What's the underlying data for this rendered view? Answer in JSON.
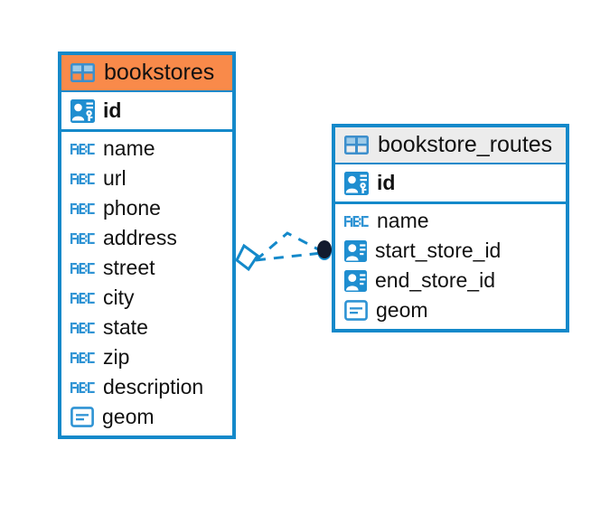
{
  "diagram": {
    "type": "entity-relationship-diagram",
    "background": "#ffffff",
    "accent_color": "#1489ca",
    "header_accent_color": "#f98a4a",
    "header_neutral_color": "#ececec",
    "relationship": {
      "name": "bookstores-to-bookstore-routes",
      "source_table": "bookstores",
      "target_table": "bookstore_routes",
      "source_marker": "diamond-open",
      "target_marker": "filled-circle",
      "line_style": "dashed",
      "line_color": "#1489ca",
      "target_marker_color": "#121a2e"
    }
  },
  "tables": [
    {
      "name": "bookstores",
      "header_style": "accent",
      "header_icon": "table-icon",
      "fields": [
        {
          "name": "id",
          "icon": "primary-key-icon",
          "type": "pk",
          "bold": true
        },
        {
          "name": "name",
          "icon": "abc-text-icon",
          "type": "text",
          "bold": false
        },
        {
          "name": "url",
          "icon": "abc-text-icon",
          "type": "text",
          "bold": false
        },
        {
          "name": "phone",
          "icon": "abc-text-icon",
          "type": "text",
          "bold": false
        },
        {
          "name": "address",
          "icon": "abc-text-icon",
          "type": "text",
          "bold": false
        },
        {
          "name": "street",
          "icon": "abc-text-icon",
          "type": "text",
          "bold": false
        },
        {
          "name": "city",
          "icon": "abc-text-icon",
          "type": "text",
          "bold": false
        },
        {
          "name": "state",
          "icon": "abc-text-icon",
          "type": "text",
          "bold": false
        },
        {
          "name": "zip",
          "icon": "abc-text-icon",
          "type": "text",
          "bold": false
        },
        {
          "name": "description",
          "icon": "abc-text-icon",
          "type": "text",
          "bold": false
        },
        {
          "name": "geom",
          "icon": "geometry-icon",
          "type": "geometry",
          "bold": false
        }
      ]
    },
    {
      "name": "bookstore_routes",
      "header_style": "neutral",
      "header_icon": "table-icon",
      "fields": [
        {
          "name": "id",
          "icon": "primary-key-icon",
          "type": "pk",
          "bold": true
        },
        {
          "name": "name",
          "icon": "abc-text-icon",
          "type": "text",
          "bold": false
        },
        {
          "name": "start_store_id",
          "icon": "foreign-key-icon",
          "type": "fk",
          "bold": false
        },
        {
          "name": "end_store_id",
          "icon": "foreign-key-icon",
          "type": "fk",
          "bold": false
        },
        {
          "name": "geom",
          "icon": "geometry-icon",
          "type": "geometry",
          "bold": false
        }
      ]
    }
  ]
}
